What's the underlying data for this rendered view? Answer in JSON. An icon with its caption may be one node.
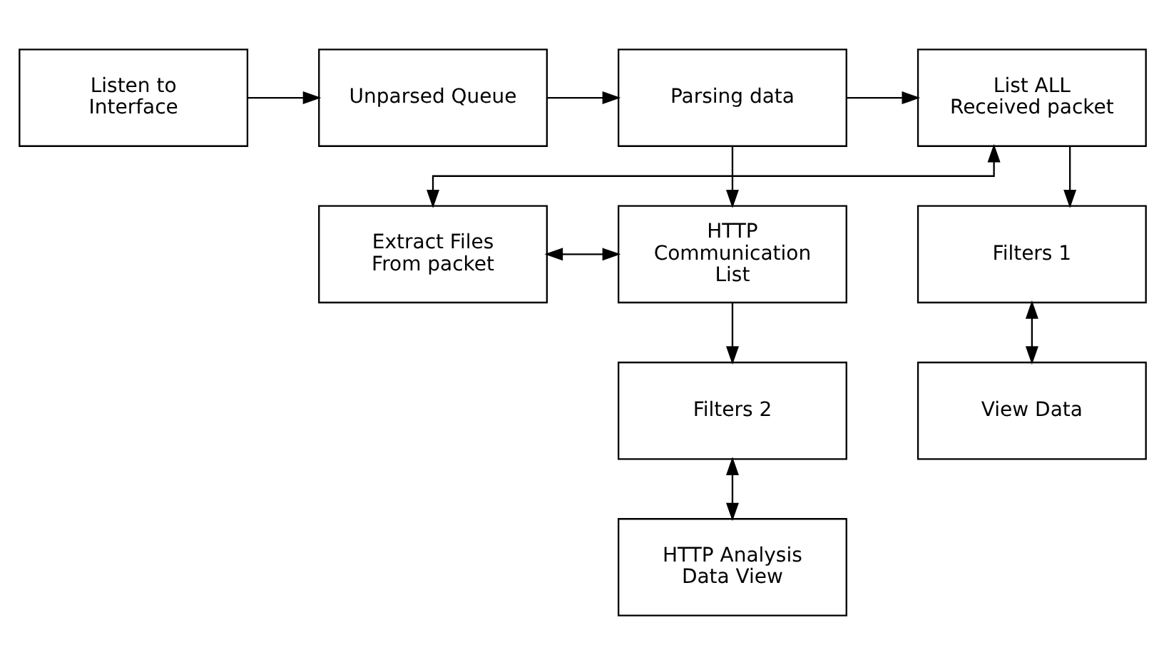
{
  "diagram": {
    "nodes": [
      {
        "text": [
          "Listen to Interface"
        ]
      },
      {
        "text": [
          "Unparsed Queue"
        ]
      },
      {
        "text": [
          "Parsing data"
        ]
      },
      {
        "text": [
          "List ALL Received packet"
        ]
      },
      {
        "text": [
          "Extract Files From packet"
        ]
      },
      {
        "text": [
          "HTTP Communication List"
        ]
      },
      {
        "text": [
          "Filters 1"
        ]
      },
      {
        "text": [
          "Filters 2"
        ]
      },
      {
        "text": [
          "View Data"
        ]
      },
      {
        "text": [
          "HTTP Analysis Data View"
        ]
      }
    ],
    "edges": [
      {
        "from": 0,
        "to": 1,
        "arrow": "to"
      },
      {
        "from": 1,
        "to": 2,
        "arrow": "to"
      },
      {
        "from": 2,
        "to": 3,
        "arrow": "to"
      },
      {
        "from": 3,
        "to": 4,
        "arrow": "both"
      },
      {
        "from": 2,
        "to": 5,
        "arrow": "to"
      },
      {
        "from": 3,
        "to": 6,
        "arrow": "to"
      },
      {
        "from": 4,
        "to": 5,
        "arrow": "both"
      },
      {
        "from": 5,
        "to": 7,
        "arrow": "to"
      },
      {
        "from": 6,
        "to": 8,
        "arrow": "both"
      },
      {
        "from": 7,
        "to": 9,
        "arrow": "both"
      }
    ]
  }
}
